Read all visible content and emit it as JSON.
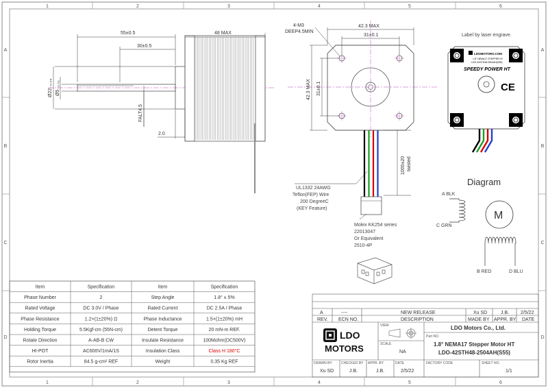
{
  "frame": {
    "col_labels": [
      "1",
      "2",
      "3",
      "4",
      "5",
      "6"
    ],
    "row_labels": [
      "A",
      "B",
      "C",
      "D"
    ]
  },
  "side_view": {
    "dim_shaft_55": "55±0.5",
    "dim_body_48": "48 MAX",
    "dim_shaft_30": "30±0.5",
    "dim_dia_22": "Ø22₋₀.₀₅",
    "dim_dia_5": "Ø5₋₀.₀₁",
    "dim_flat": "FALT4.5",
    "dim_2": "2.0"
  },
  "front_view": {
    "dim_holes": "4-M3",
    "dim_deep": "DEEP4.5MIN",
    "dim_42_top": "42.3 MAX",
    "dim_31_top": "31±0.1",
    "dim_42_side": "42.3 MAX",
    "dim_31_side": "31±0.1",
    "dim_lead": "1000±20",
    "dim_lead2": "twisted",
    "wire_note": [
      "UL1332 24AWG",
      "Teflon(FEP) Wire",
      "200 DegreeC",
      "(KEY Feature)"
    ],
    "connector_note": [
      "Molex KK254 series",
      "22013047",
      "Or Equivalent",
      "2510-4P"
    ]
  },
  "label_view": {
    "note": "Label by laser engrave.",
    "brand_small": "LDOMOTORS.COM",
    "product_small": "1.8° NEMA17 STEPPER HT",
    "model_small": "LDO-42STH48-2504AH(S55)",
    "title": "SPEEDY POWER HT",
    "ce": "CE"
  },
  "wire_colors": [
    "#000000",
    "#1a9e2a",
    "#d40000",
    "#1f3fd6"
  ],
  "diagram": {
    "title": "Diagram",
    "motor_letter": "M",
    "a_blk": "A BLK",
    "c_grn": "C GRN",
    "b_red": "B RED",
    "d_blu": "D BLU"
  },
  "spec_table": {
    "headers": [
      "Item",
      "Specification",
      "Item",
      "Specification"
    ],
    "rows": [
      [
        "Phase Number",
        "2",
        "Step Angle",
        "1.8° ± 5%"
      ],
      [
        "Rated Voltage",
        "DC 3.0V / Phase",
        "Rated Current",
        "DC 2.5A / Phase"
      ],
      [
        "Phase Resistance",
        "1.2×(1±20%) Ω",
        "Phase Inductance",
        "1.5×(1±20%) mH"
      ],
      [
        "Holding Torque",
        "5.5Kgf-cm (55N-cm)",
        "Detent Torque",
        "20 mN-m REF."
      ],
      [
        "Rotate Direction",
        "A-AB-B CW",
        "Insulate Resistance",
        "100Mohm(DC500V)"
      ],
      [
        "HI-POT",
        "AC600V/1mA/1S",
        "Insulation Class",
        "Class H 180°C"
      ],
      [
        "Rotor Inertia",
        "84.5 g-cm² REF",
        "Weight",
        "0.35 Kg REF"
      ]
    ]
  },
  "title_block": {
    "rev_row": {
      "rev": "A",
      "ecn": "----",
      "desc": "NEW RELEASE",
      "made": "Xu SD",
      "appr": "J.B.",
      "date": "2/5/22"
    },
    "rev_headers": {
      "rev": "REV.",
      "ecn": "ECN NO.",
      "desc": "DESCRIPTION",
      "made": "MADE BY",
      "appr": "APPR. BY",
      "date": "DATE"
    },
    "logo_line1": "LDO",
    "logo_line2": "MOTORS",
    "view_label": "VIEW",
    "scale_label": "SCALE",
    "scale_value": "NA",
    "company": "LDO Motors Co., Ltd.",
    "partno_label": "Part NO.",
    "product_line1": "1.8° NEMA17 Stepper Motor HT",
    "product_line2": "LDO-42STH48-2504AH(S55)",
    "drawn_label": "DRAWN BY",
    "checked_label": "CHECKED BY",
    "appr_label": "APPR. BY",
    "date_label": "DATE",
    "factory_label": "FACTORY CODE",
    "sheet_label": "SHEET NO.",
    "drawn": "Xu SD",
    "checked": "J.B.",
    "appr": "J.B.",
    "date": "2/5/22",
    "sheet": "1/1"
  }
}
